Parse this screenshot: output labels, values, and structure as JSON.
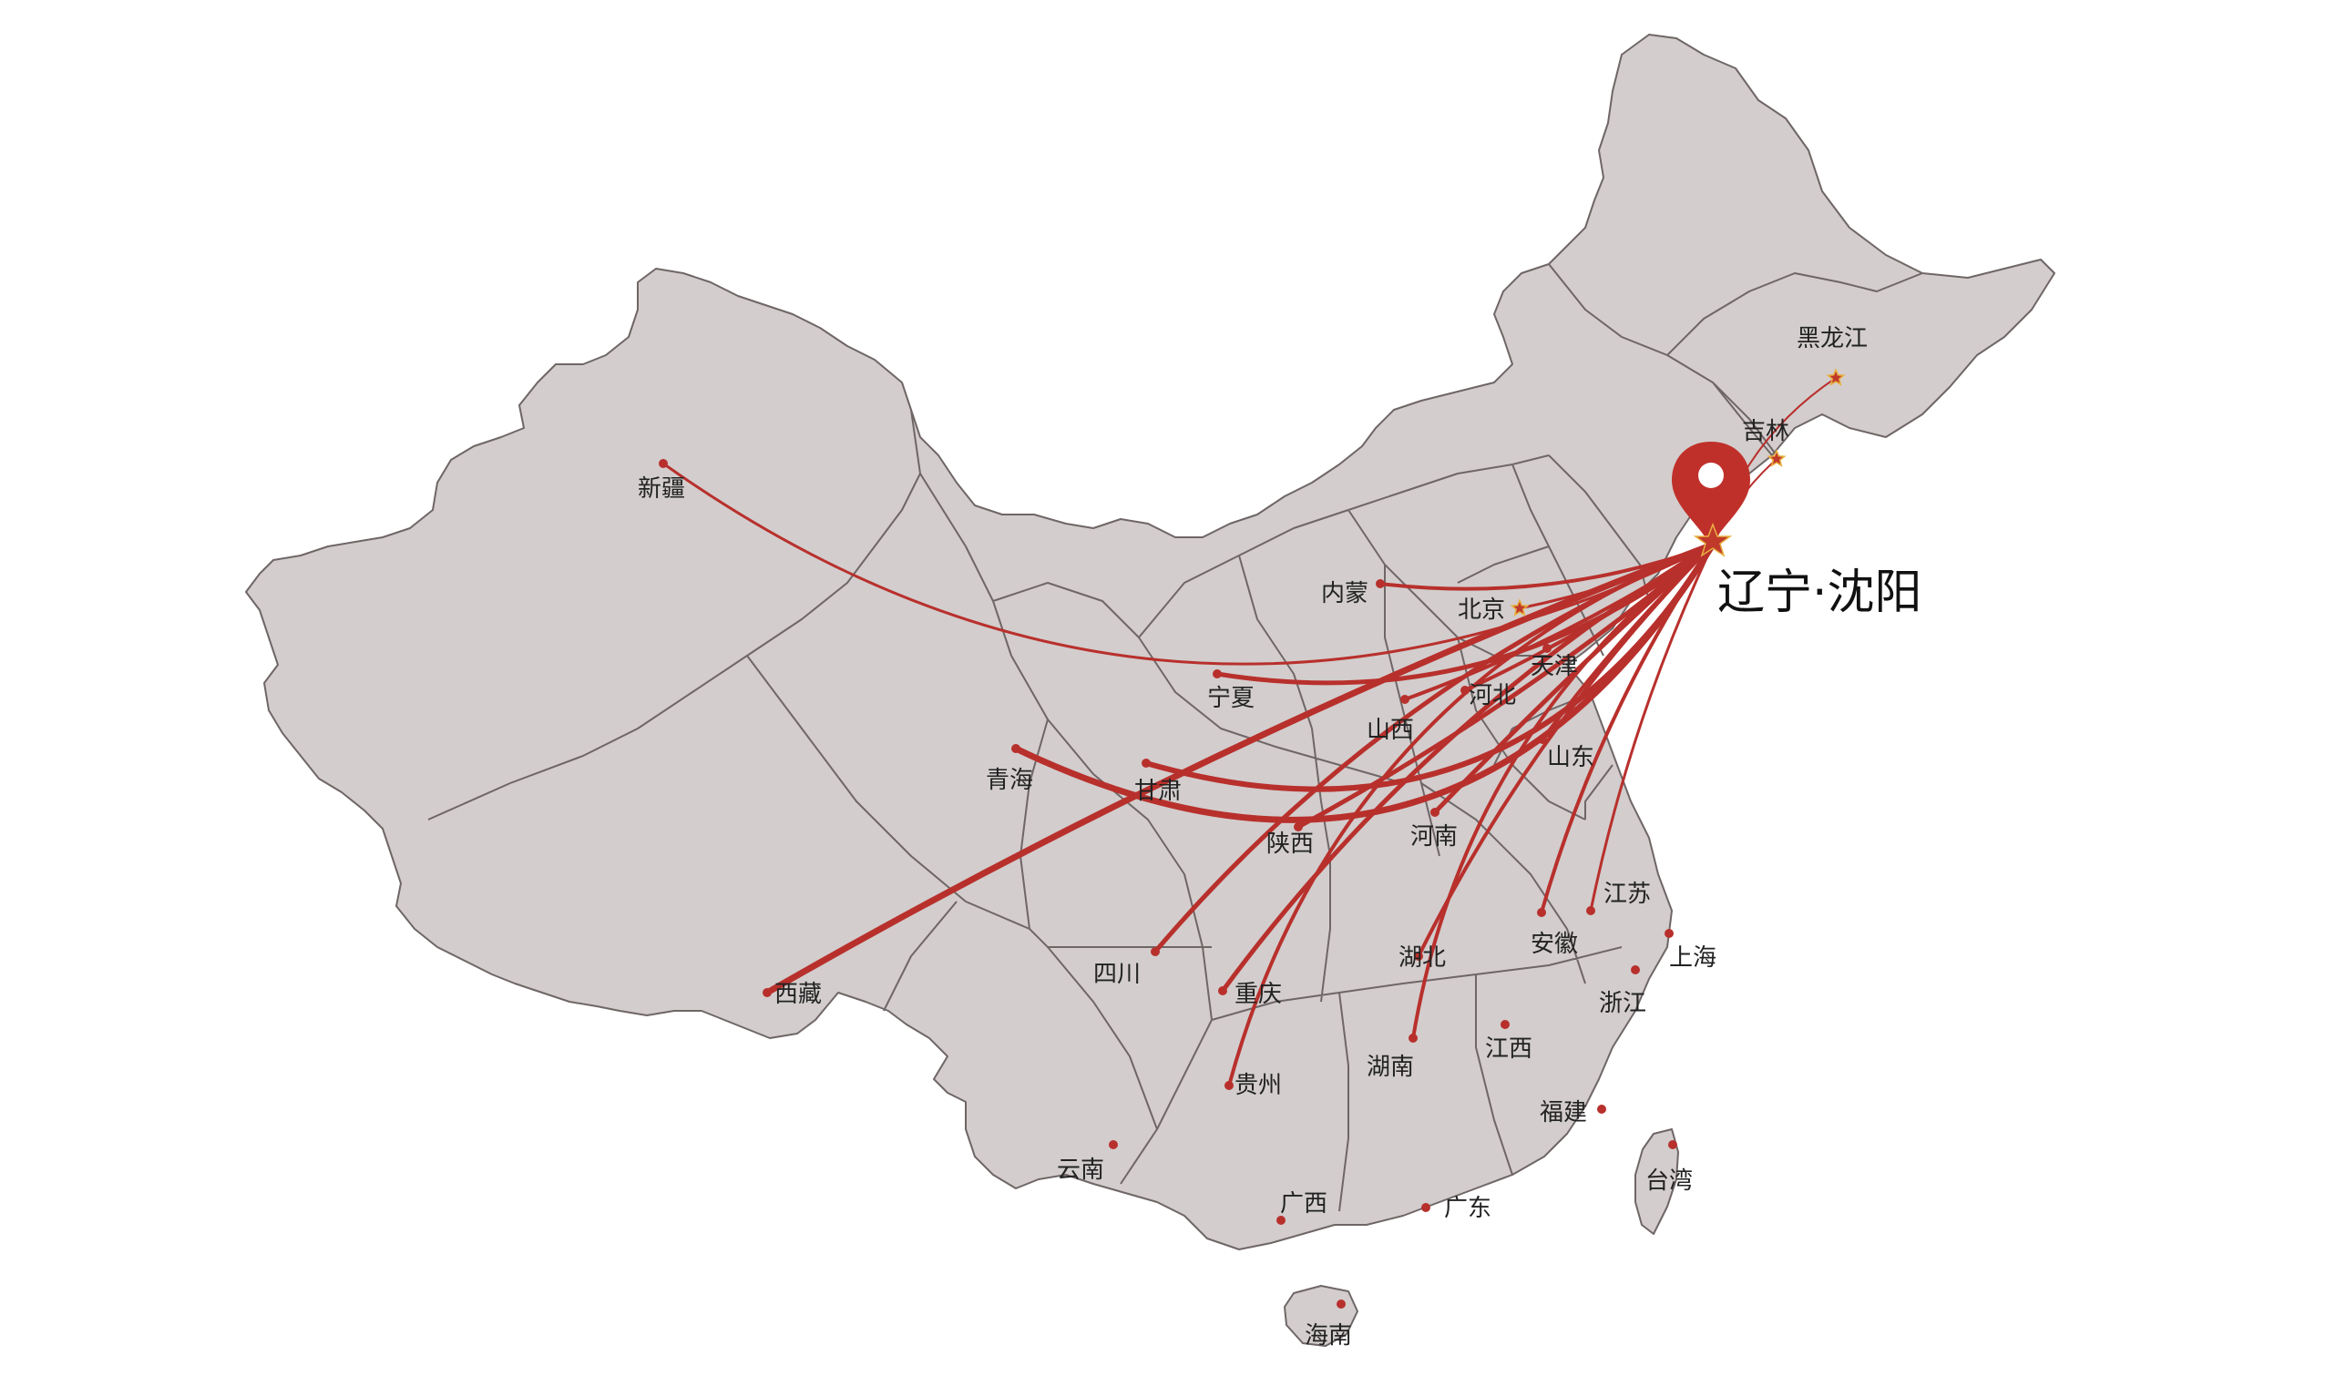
{
  "map": {
    "origin": {
      "name": "辽宁·沈阳",
      "color": "#b8302c",
      "icon": "map-pin-icon"
    },
    "land_color": "#d3cdcd",
    "border_color": "#6f6666",
    "route_color": "#b8302c",
    "destinations": [
      {
        "id": "xinjiang",
        "name": "新疆",
        "marker": "dot"
      },
      {
        "id": "qinghai",
        "name": "青海",
        "marker": "dot"
      },
      {
        "id": "gansu",
        "name": "甘肃",
        "marker": "dot"
      },
      {
        "id": "ningxia",
        "name": "宁夏",
        "marker": "dot"
      },
      {
        "id": "neimenggu",
        "name": "内蒙",
        "marker": "dot"
      },
      {
        "id": "beijing",
        "name": "北京",
        "marker": "star"
      },
      {
        "id": "tianjin",
        "name": "天津",
        "marker": "dot"
      },
      {
        "id": "hebei",
        "name": "河北",
        "marker": "dot"
      },
      {
        "id": "shanxi",
        "name": "山西",
        "marker": "dot"
      },
      {
        "id": "shandong",
        "name": "山东",
        "marker": "dot"
      },
      {
        "id": "shaanxi",
        "name": "陕西",
        "marker": "dot"
      },
      {
        "id": "henan",
        "name": "河南",
        "marker": "dot"
      },
      {
        "id": "jiangsu",
        "name": "江苏",
        "marker": "dot"
      },
      {
        "id": "shanghai",
        "name": "上海",
        "marker": "dot"
      },
      {
        "id": "anhui",
        "name": "安徽",
        "marker": "dot"
      },
      {
        "id": "hubei",
        "name": "湖北",
        "marker": "dot"
      },
      {
        "id": "sichuan",
        "name": "四川",
        "marker": "dot"
      },
      {
        "id": "chongqing",
        "name": "重庆",
        "marker": "dot"
      },
      {
        "id": "xizang",
        "name": "西藏",
        "marker": "dot"
      },
      {
        "id": "zhejiang",
        "name": "浙江",
        "marker": "dot"
      },
      {
        "id": "jiangxi",
        "name": "江西",
        "marker": "dot"
      },
      {
        "id": "hunan",
        "name": "湖南",
        "marker": "dot"
      },
      {
        "id": "guizhou",
        "name": "贵州",
        "marker": "dot"
      },
      {
        "id": "fujian",
        "name": "福建",
        "marker": "dot"
      },
      {
        "id": "yunnan",
        "name": "云南",
        "marker": "dot"
      },
      {
        "id": "guangxi",
        "name": "广西",
        "marker": "dot"
      },
      {
        "id": "guangdong",
        "name": "广东",
        "marker": "dot"
      },
      {
        "id": "taiwan",
        "name": "台湾",
        "marker": "dot"
      },
      {
        "id": "hainan",
        "name": "海南",
        "marker": "dot"
      },
      {
        "id": "jilin",
        "name": "吉林",
        "marker": "star"
      },
      {
        "id": "heilongjiang",
        "name": "黑龙江",
        "marker": "star"
      }
    ]
  }
}
